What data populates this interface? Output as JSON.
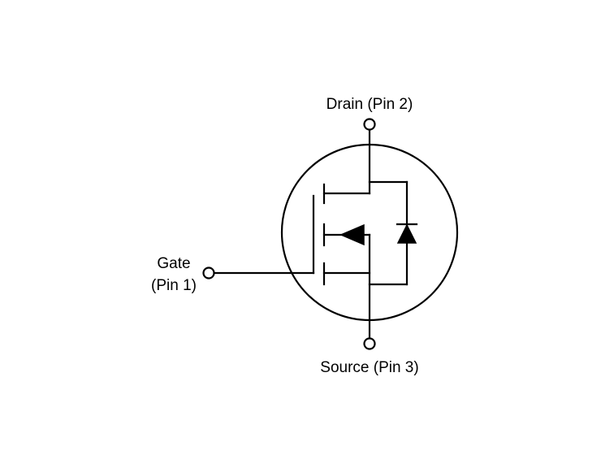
{
  "symbol": "n-channel-mosfet",
  "colors": {
    "line": "#000000",
    "background": "#ffffff"
  },
  "labels": {
    "drain": "Drain (Pin 2)",
    "gate_line1": "Gate",
    "gate_line2": "(Pin 1)",
    "source": "Source (Pin 3)"
  }
}
